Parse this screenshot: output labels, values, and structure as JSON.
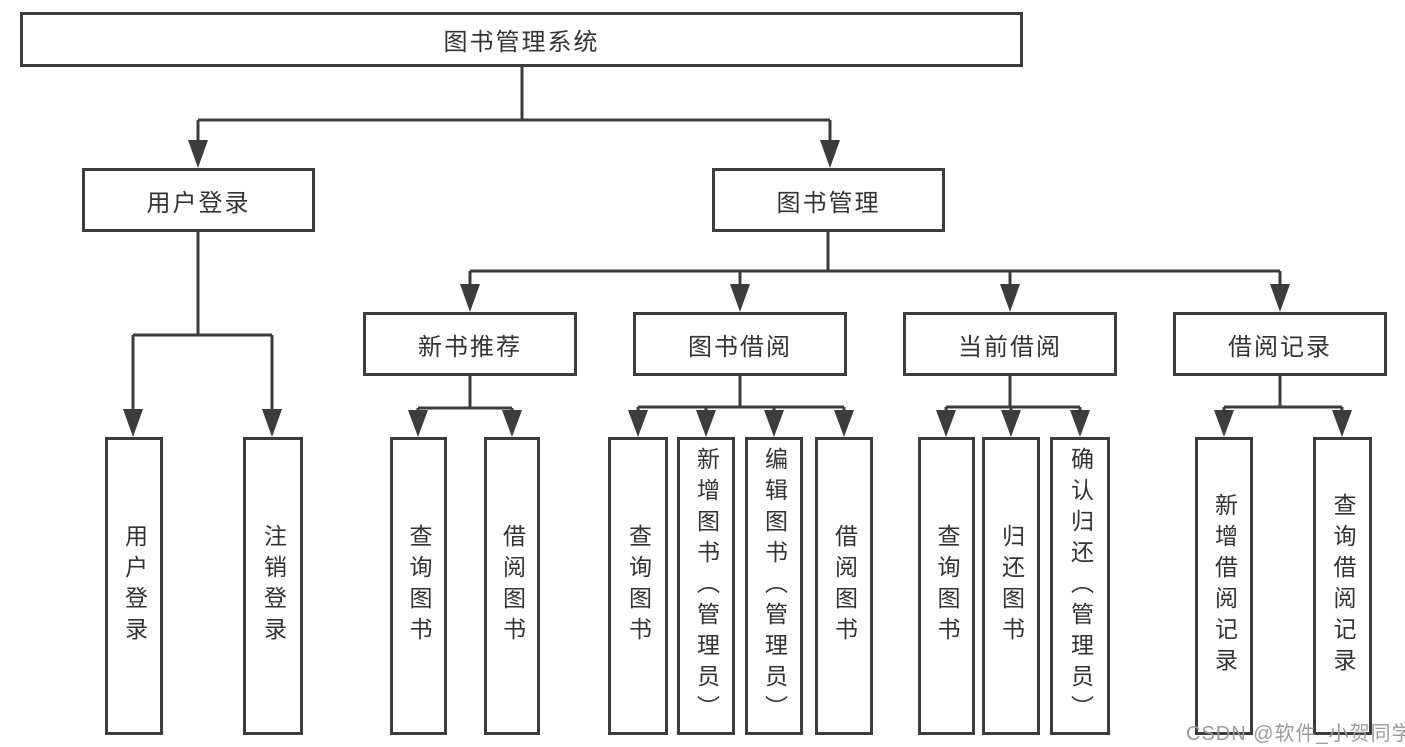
{
  "diagram": {
    "nodes": {
      "root": "图书管理系统",
      "user_login": "用户登录",
      "book_mgmt": "图书管理",
      "new_book_rec": "新书推荐",
      "book_borrow": "图书借阅",
      "current_borrow": "当前借阅",
      "borrow_records": "借阅记录",
      "ul_user_login": "用户登录",
      "ul_logout": "注销登录",
      "nb_query": "查询图书",
      "nb_borrow": "借阅图书",
      "bb_query": "查询图书",
      "bb_add": "新增图书（管理员）",
      "bb_edit": "编辑图书（管理员）",
      "bb_borrow": "借阅图书",
      "cb_query": "查询图书",
      "cb_return": "归还图书",
      "cb_confirm": "确认归还（管理员）",
      "br_add": "新增借阅记录",
      "br_query": "查询借阅记录"
    }
  },
  "watermark": {
    "text": "CSDN @软件_小贺同学"
  },
  "colors": {
    "line": "#3c3c3c",
    "text": "#333333",
    "background": "#ffffff",
    "watermark": "#9b9b9b"
  }
}
